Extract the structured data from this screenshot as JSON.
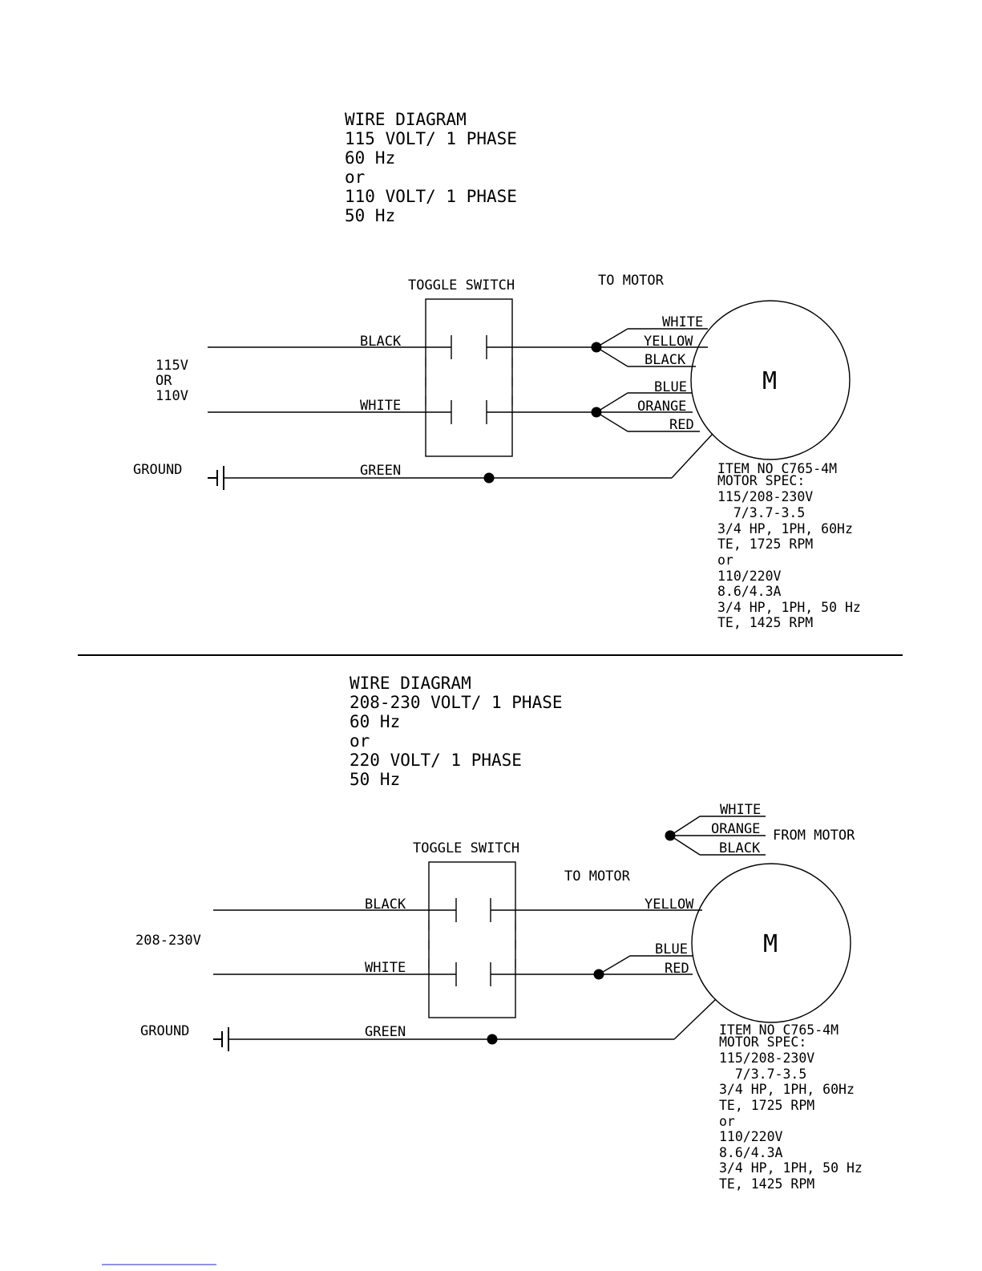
{
  "diagrams": [
    {
      "title_lines": [
        "WIRE DIAGRAM",
        "115 VOLT/ 1 PHASE",
        "60 Hz",
        "or",
        "110 VOLT/ 1 PHASE",
        "50 Hz"
      ],
      "toggle_switch_label": "TOGGLE SWITCH",
      "to_motor_label": "TO MOTOR",
      "supply_label_lines": [
        "115V",
        "OR",
        "110V"
      ],
      "ground_label": "GROUND",
      "wire_labels": {
        "line1": "BLACK",
        "line2": "WHITE",
        "ground": "GREEN"
      },
      "motor_leads_top": [
        "WHITE",
        "YELLOW",
        "BLACK"
      ],
      "motor_leads_bottom": [
        "BLUE",
        "ORANGE",
        "RED"
      ],
      "motor_symbol": "M",
      "spec_lines": [
        "ITEM NO C765-4M",
        "MOTOR SPEC:",
        "115/208-230V",
        "  7/3.7-3.5",
        "3/4 HP, 1PH, 60Hz",
        "TE, 1725 RPM",
        "or",
        "110/220V",
        "8.6/4.3A",
        "3/4 HP, 1PH, 50 Hz",
        "TE, 1425 RPM"
      ]
    },
    {
      "title_lines": [
        "WIRE DIAGRAM",
        "208-230 VOLT/ 1 PHASE",
        "60 Hz",
        "or",
        "220 VOLT/ 1 PHASE",
        "50 Hz"
      ],
      "toggle_switch_label": "TOGGLE SWITCH",
      "to_motor_label": "TO MOTOR",
      "from_motor_label": "FROM MOTOR",
      "supply_label_lines": [
        "208-230V"
      ],
      "ground_label": "GROUND",
      "wire_labels": {
        "line1": "BLACK",
        "line2": "WHITE",
        "ground": "GREEN"
      },
      "from_motor_leads": [
        "WHITE",
        "ORANGE",
        "BLACK"
      ],
      "motor_lead_top": "YELLOW",
      "motor_leads_bottom": [
        "BLUE",
        "RED"
      ],
      "motor_symbol": "M",
      "spec_lines": [
        "ITEM NO C765-4M",
        "MOTOR SPEC:",
        "115/208-230V",
        "  7/3.7-3.5",
        "3/4 HP, 1PH, 60Hz",
        "TE, 1725 RPM",
        "or",
        "110/220V",
        "8.6/4.3A",
        "3/4 HP, 1PH, 50 Hz",
        "TE, 1425 RPM"
      ]
    }
  ]
}
